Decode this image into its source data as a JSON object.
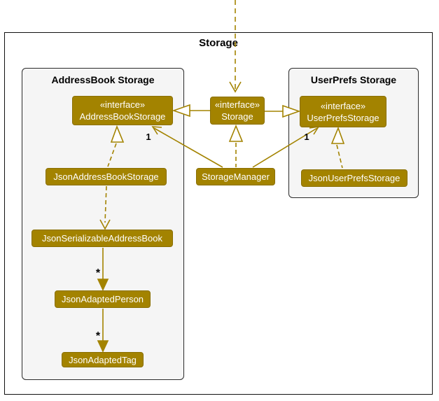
{
  "frame": {
    "title": "Storage"
  },
  "packages": {
    "addressbook": {
      "title": "AddressBook Storage"
    },
    "userprefs": {
      "title": "UserPrefs Storage"
    }
  },
  "classes": {
    "addressBookStorage": {
      "stereotype": "«interface»",
      "name": "AddressBookStorage"
    },
    "storage": {
      "stereotype": "«interface»",
      "name": "Storage"
    },
    "userPrefsStorage": {
      "stereotype": "«interface»",
      "name": "UserPrefsStorage"
    },
    "jsonAddressBookStorage": {
      "name": "JsonAddressBookStorage"
    },
    "storageManager": {
      "name": "StorageManager"
    },
    "jsonUserPrefsStorage": {
      "name": "JsonUserPrefsStorage"
    },
    "jsonSerializableAddressBook": {
      "name": "JsonSerializableAddressBook"
    },
    "jsonAdaptedPerson": {
      "name": "JsonAdaptedPerson"
    },
    "jsonAdaptedTag": {
      "name": "JsonAdaptedTag"
    }
  },
  "multiplicities": {
    "storageManager_to_addressBookStorage": "1",
    "storageManager_to_userPrefsStorage": "1",
    "serializable_to_adaptedPerson": "*",
    "adaptedPerson_to_adaptedTag": "*"
  },
  "colors": {
    "class_fill": "#A38300",
    "class_border": "#8A6F00",
    "class_text": "#FFFFFF",
    "edge": "#A38300",
    "package_fill": "#F5F5F5",
    "package_border": "#2B2B2B",
    "frame_border": "#111111",
    "label_text": "#000000"
  }
}
